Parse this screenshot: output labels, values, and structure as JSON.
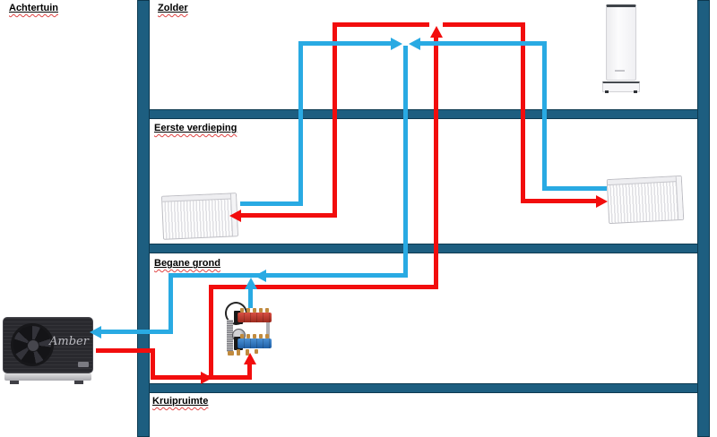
{
  "labels": {
    "achtertuin": "Achtertuin",
    "zolder": "Zolder",
    "eerste_verdieping": "Eerste verdieping",
    "begane_grond": "Begane grond",
    "kruipruimte": "Kruipruimte"
  },
  "devices": {
    "heat_pump_brand": "Amber",
    "heat_pump": "heat-pump-outdoor-unit",
    "indoor_unit": "indoor-unit-attic",
    "radiator_left": "panel-radiator",
    "radiator_right": "panel-radiator",
    "manifold": "floor-heating-manifold"
  },
  "colors": {
    "supply_pipe": "#f20d0d",
    "return_pipe": "#29aae3",
    "structure": "#1d5e80",
    "label_squiggle": "#e04545"
  }
}
